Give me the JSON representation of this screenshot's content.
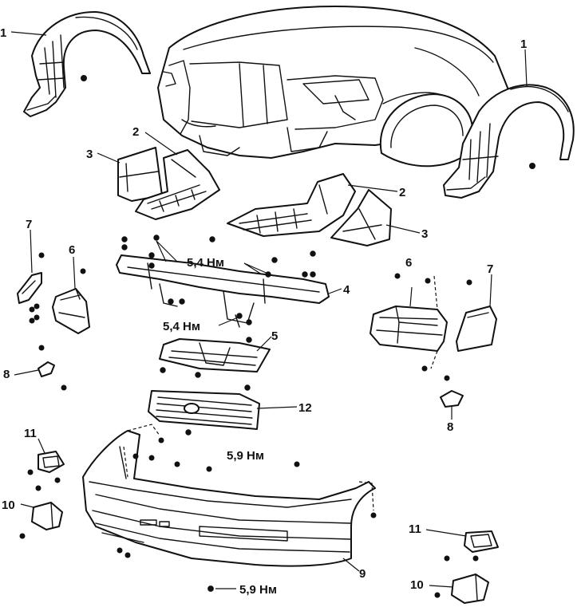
{
  "callouts": {
    "c1_left": "1",
    "c1_right": "1",
    "c2_left": "2",
    "c2_right": "2",
    "c3_left": "3",
    "c3_right": "3",
    "c4": "4",
    "c5": "5",
    "c6_left": "6",
    "c6_right": "6",
    "c7_left": "7",
    "c7_right": "7",
    "c8_left": "8",
    "c8_right": "8",
    "c9": "9",
    "c10_left": "10",
    "c10_right": "10",
    "c11_left": "11",
    "c11_right": "11",
    "c12": "12"
  },
  "torque": {
    "crossmember_top": "5,4 Нм",
    "crossmember_center": "5,4 Нм",
    "bumper_upper": "5,9 Нм",
    "bumper_lower": "5,9 Нм"
  }
}
